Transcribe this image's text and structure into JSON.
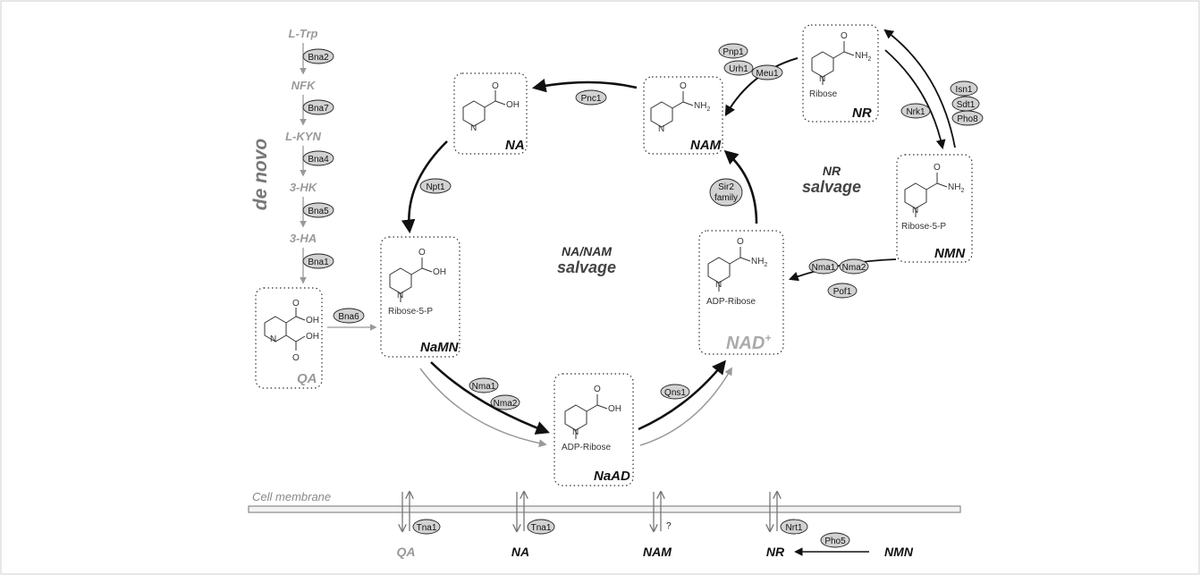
{
  "de_novo": {
    "title": "de novo",
    "metabolites": [
      "L-Trp",
      "NFK",
      "L-KYN",
      "3-HK",
      "3-HA"
    ],
    "enzymes": [
      "Bna2",
      "Bna7",
      "Bna4",
      "Bna5",
      "Bna1"
    ],
    "qa_enzyme": "Bna6"
  },
  "compounds": {
    "qa": "QA",
    "na": "NA",
    "nam": "NAM",
    "nr": "NR",
    "nmn": "NMN",
    "namn": "NaMN",
    "naad": "NaAD",
    "nad": "NAD",
    "nad_sup": "+"
  },
  "molecule_groups": {
    "oh": "OH",
    "nh2": "NH",
    "nh2_sub": "2",
    "o": "O",
    "n": "N",
    "ribose": "Ribose",
    "ribose_5p": "Ribose-5-P",
    "adp_ribose": "ADP-Ribose"
  },
  "enzymes": {
    "pnc1": "Pnc1",
    "npt1": "Npt1",
    "pnp1": "Pnp1",
    "urh1": "Urh1",
    "meu1": "Meu1",
    "isn1": "Isn1",
    "sdt1": "Sdt1",
    "pho8": "Pho8",
    "nrk1": "Nrk1",
    "sir2_line1": "Sir2",
    "sir2_line2": "family",
    "nma1": "Nma1",
    "nma2": "Nma2",
    "pof1": "Pof1",
    "qns1": "Qns1",
    "tna1": "Tna1",
    "nrt1": "Nrt1",
    "pho5": "Pho5"
  },
  "pathways": {
    "na_nam_line1": "NA/NAM",
    "na_nam_line2": "salvage",
    "nr_line1": "NR",
    "nr_line2": "salvage"
  },
  "membrane": {
    "label": "Cell membrane",
    "unknown_transporter": "?"
  },
  "extracellular": {
    "qa": "QA",
    "na": "NA",
    "nam": "NAM",
    "nr": "NR",
    "nmn": "NMN"
  }
}
